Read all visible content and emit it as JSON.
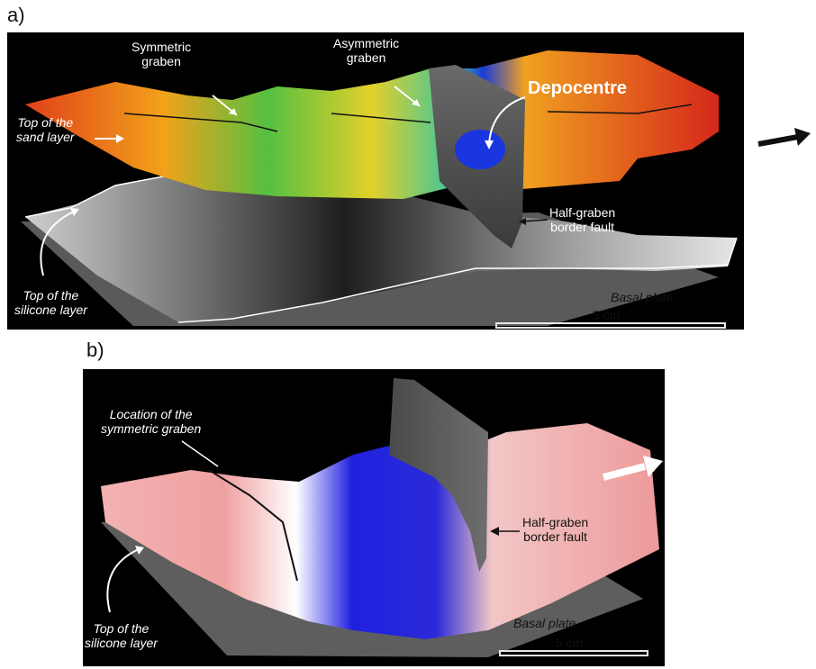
{
  "panel_a": {
    "label": "a)",
    "annotations": {
      "symmetric_graben": [
        "Symmetric",
        "graben"
      ],
      "asymmetric_graben": [
        "Asymmetric",
        "graben"
      ],
      "depocentre": "Depocentre",
      "top_sand": [
        "Top of the",
        "sand layer"
      ],
      "half_graben": [
        "Half-graben",
        "border fault"
      ],
      "top_silicone": [
        "Top of the",
        "silicone layer"
      ],
      "basal_plate": "Basal plate"
    },
    "scale": "5 cm"
  },
  "panel_b": {
    "label": "b)",
    "annotations": {
      "location_symmetric": [
        "Location of the",
        "symmetric graben"
      ],
      "half_graben": [
        "Half-graben",
        "border fault"
      ],
      "top_silicone": [
        "Top of the",
        "silicone layer"
      ],
      "basal_plate": "Basal plate"
    },
    "scale": "5 cm"
  }
}
